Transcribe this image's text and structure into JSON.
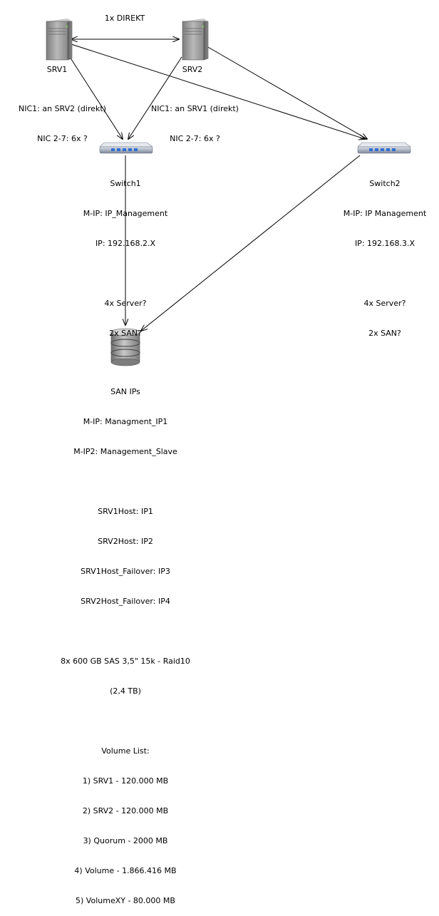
{
  "edge_label": "1x DIREKT",
  "srv1": {
    "name": "SRV1",
    "nic_lines": [
      "NIC1: an SRV2 (direkt)",
      "NIC 2-7: 6x ?"
    ]
  },
  "srv2": {
    "name": "SRV2",
    "nic_lines": [
      "NIC1: an SRV1 (direkt)",
      "NIC 2-7: 6x ?"
    ]
  },
  "switch1": {
    "name": "Switch1",
    "mip": "M-IP: IP_Management",
    "ip": "IP: 192.168.2.X",
    "server": "4x Server?",
    "san": "2x SAN?"
  },
  "switch2": {
    "name": "Switch2",
    "mip": "M-IP: IP Management",
    "ip": "IP: 192.168.3.X",
    "server": "4x Server?",
    "san": "2x SAN?"
  },
  "san": {
    "name": "SAN IPs",
    "mip": "M-IP: Managment_IP1",
    "mip2": "M-IP2: Management_Slave",
    "hosts": [
      "SRV1Host: IP1",
      "SRV2Host: IP2",
      "SRV1Host_Failover: IP3",
      "SRV2Host_Failover: IP4"
    ],
    "disk": "8x 600 GB SAS 3,5\" 15k - Raid10",
    "capacity": "(2,4 TB)",
    "volume_title": "Volume List:",
    "volumes": [
      "1) SRV1 - 120.000 MB",
      "2) SRV2 - 120.000 MB",
      "3) Quorum - 2000 MB",
      "4) Volume - 1.866.416 MB",
      "5) VolumeXY - 80.000 MB"
    ]
  }
}
